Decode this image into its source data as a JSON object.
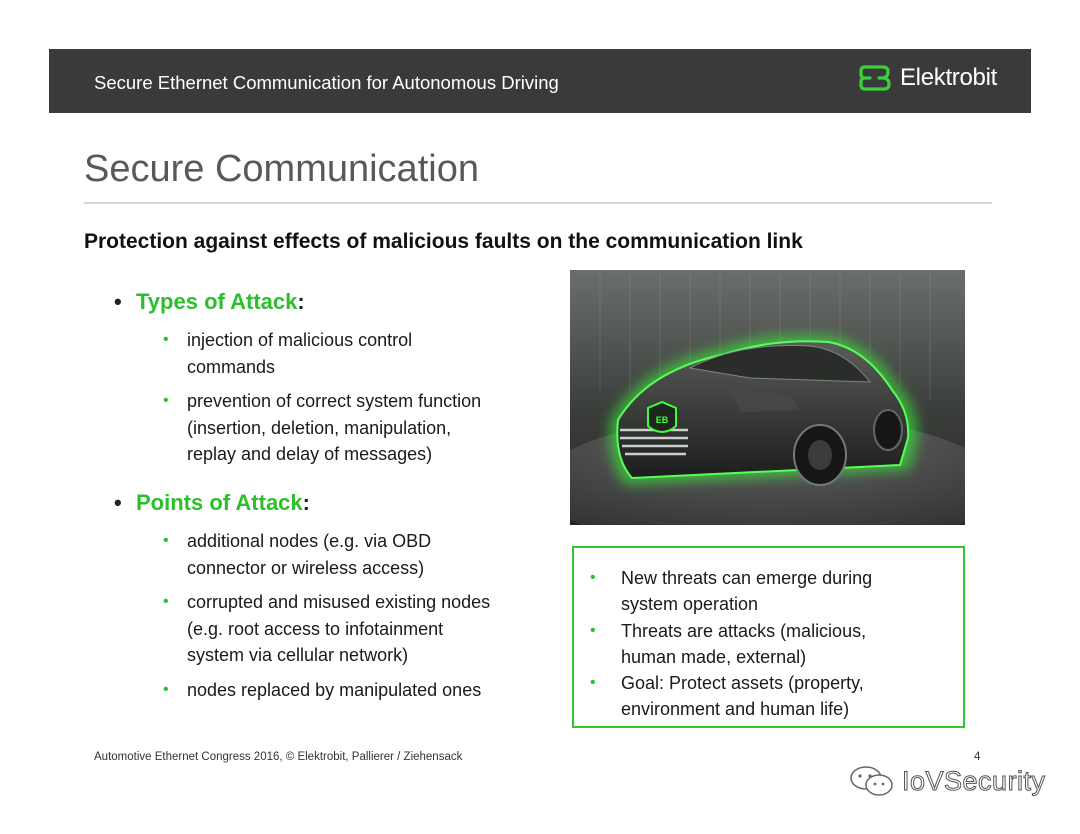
{
  "header": {
    "title": "Secure Ethernet Communication for Autonomous Driving",
    "brand": "Elektrobit"
  },
  "slide": {
    "title": "Secure Communication",
    "subtitle": "Protection against effects of malicious faults on the communication link"
  },
  "sections": [
    {
      "label": "Types of Attack",
      "colon": ":",
      "items": [
        [
          "injection of malicious control",
          "commands"
        ],
        [
          "prevention of correct system function",
          "(insertion, deletion, manipulation,",
          "replay and delay of messages)"
        ]
      ]
    },
    {
      "label": "Points of Attack",
      "colon": ":",
      "items": [
        [
          "additional nodes (e.g. via OBD",
          "connector or wireless access)"
        ],
        [
          "corrupted and misused existing nodes",
          "(e.g. root access to infotainment",
          "system via cellular network)"
        ],
        [
          "nodes replaced by manipulated ones"
        ]
      ]
    }
  ],
  "callout": {
    "items": [
      [
        "New threats can emerge during",
        "system operation"
      ],
      [
        "Threats are attacks (malicious,",
        "human made, external)"
      ],
      [
        "Goal: Protect assets (property,",
        "environment and human life)"
      ]
    ]
  },
  "footer": {
    "text": "Automotive Ethernet Congress 2016, © Elektrobit, Pallierer / Ziehensack",
    "page": "4"
  },
  "watermark": {
    "text": "IoVSecurity"
  },
  "image": {
    "logo_on_car": "EB"
  },
  "colors": {
    "accent_green": "#2cbf2c",
    "header_bg": "#3a3a3a"
  },
  "icons": {
    "bullet": "•",
    "logo": "elektrobit-logo-icon",
    "watermark": "wechat-icon"
  }
}
